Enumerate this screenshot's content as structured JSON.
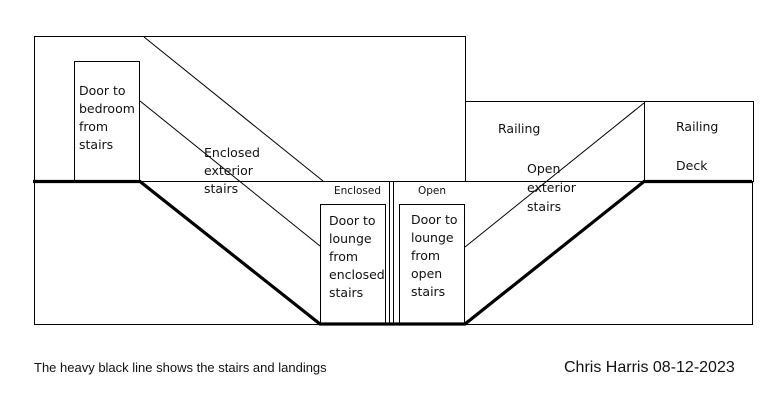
{
  "diagram": {
    "labels": {
      "door_bedroom": [
        "Door to",
        "bedroom",
        "from",
        "stairs"
      ],
      "enclosed_stairs": [
        "Enclosed",
        "exterior",
        "stairs"
      ],
      "enclosed_landing": "Enclosed",
      "open_landing": "Open",
      "door_lounge_enclosed": [
        "Door to",
        "lounge",
        "from",
        "enclosed",
        "stairs"
      ],
      "door_lounge_open": [
        "Door to",
        "lounge",
        "from",
        "open",
        "stairs"
      ],
      "railing_left": "Railing",
      "railing_right": "Railing",
      "open_stairs": [
        "Open",
        "exterior",
        "stairs"
      ],
      "deck": "Deck"
    },
    "caption": "The heavy black line shows the stairs and landings",
    "author": "Chris Harris 08-12-2023"
  }
}
